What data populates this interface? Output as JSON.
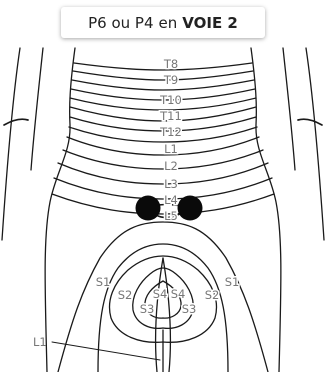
{
  "title": {
    "part1": "P6 ou P4",
    "part2": "en",
    "part3": "VOIE 2"
  },
  "spine_labels": [
    "T8",
    "T9",
    "T10",
    "T11",
    "T12",
    "L1",
    "L2",
    "L3",
    "L4",
    "L5"
  ],
  "sacral_labels": {
    "s1_left": "S1",
    "s1_right": "S1",
    "s2_left": "S2",
    "s2_right": "S2",
    "s3_left": "S3",
    "s3_right": "S3",
    "s4_left": "S4",
    "s4_right": "S4"
  },
  "callout_label": "L1",
  "colors": {
    "outline": "#1a1a1a",
    "electrode": "#0a0a0a",
    "label": "#777777"
  }
}
